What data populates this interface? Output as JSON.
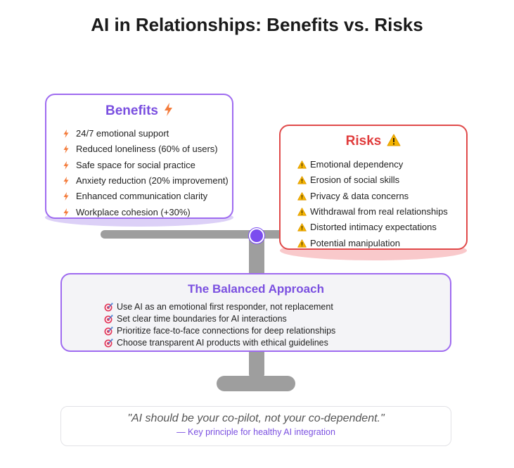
{
  "title": "AI in Relationships: Benefits vs. Risks",
  "benefits": {
    "title": "Benefits",
    "title_icon": "lightning-icon",
    "item_icon": "lightning-icon",
    "items": [
      "24/7 emotional support",
      "Reduced loneliness (60% of users)",
      "Safe space for social practice",
      "Anxiety reduction (20% improvement)",
      "Enhanced communication clarity",
      "Workplace cohesion (+30%)"
    ]
  },
  "risks": {
    "title": "Risks",
    "title_icon": "warning-icon",
    "item_icon": "warning-icon",
    "items": [
      "Emotional dependency",
      "Erosion of social skills",
      "Privacy & data concerns",
      "Withdrawal from real relationships",
      "Distorted intimacy expectations",
      "Potential manipulation"
    ]
  },
  "approach": {
    "title": "The Balanced Approach",
    "item_icon": "target-icon",
    "items": [
      "Use AI as an emotional first responder, not replacement",
      "Set clear time boundaries for AI interactions",
      "Prioritize face-to-face connections for deep relationships",
      "Choose transparent AI products with ethical guidelines"
    ]
  },
  "quote": {
    "text": "\"AI should be your co-pilot, not your co-dependent.\"",
    "attribution": "— Key principle for healthy AI integration"
  },
  "colors": {
    "accent_purple": "#7a4fe0",
    "risk_red": "#e03c3c",
    "scale_gray": "#9e9e9e"
  }
}
